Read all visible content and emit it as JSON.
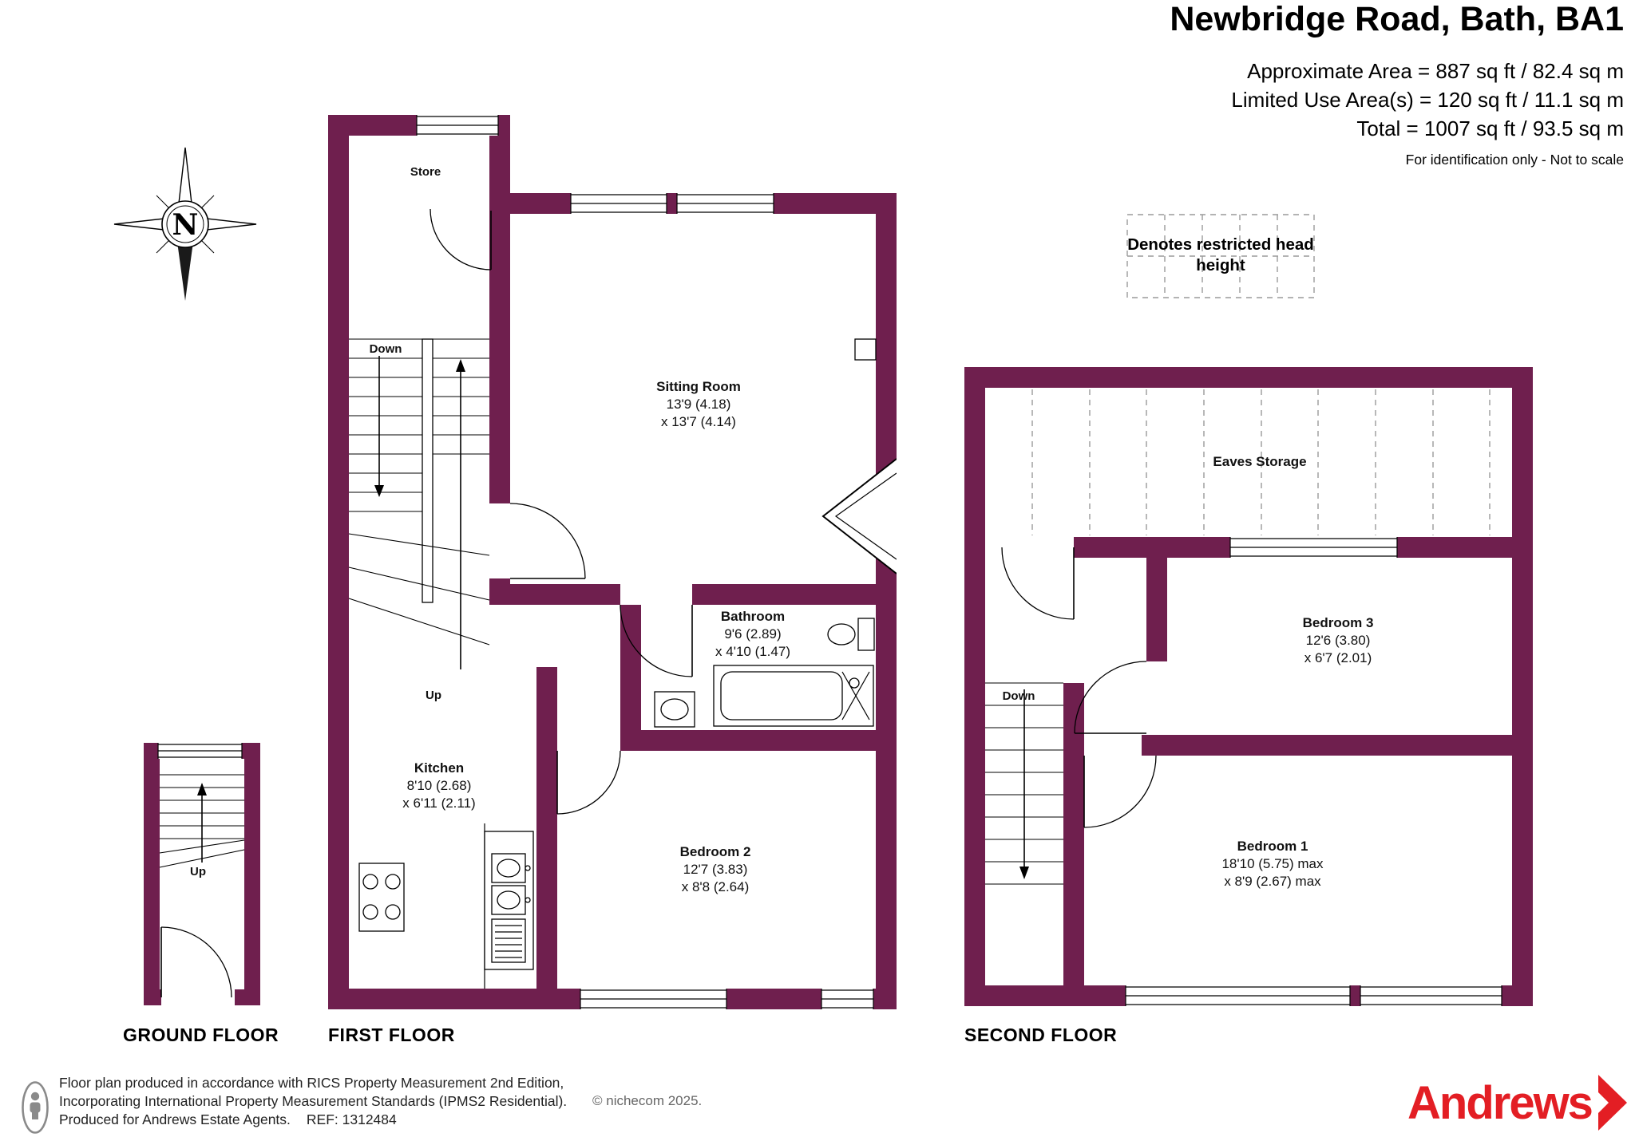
{
  "header": {
    "title": "Newbridge Road, Bath, BA1",
    "area1": "Approximate Area = 887 sq ft / 82.4 sq m",
    "area2": "Limited Use Area(s) = 120 sq ft / 11.1 sq m",
    "area3": "Total = 1007 sq ft / 93.5 sq m",
    "note": "For identification only - Not to scale"
  },
  "legend": {
    "text": "Denotes restricted head height"
  },
  "compass": {
    "north": "N"
  },
  "floors": {
    "ground": {
      "label": "GROUND FLOOR",
      "up": "Up"
    },
    "first": {
      "label": "FIRST FLOOR",
      "store": "Store",
      "down": "Down",
      "up": "Up",
      "sitting_room": {
        "name": "Sitting Room",
        "dim1": "13'9 (4.18)",
        "dim2": "x 13'7 (4.14)"
      },
      "bathroom": {
        "name": "Bathroom",
        "dim1": "9'6 (2.89)",
        "dim2": "x 4'10 (1.47)"
      },
      "kitchen": {
        "name": "Kitchen",
        "dim1": "8'10 (2.68)",
        "dim2": "x 6'11 (2.11)"
      },
      "bedroom2": {
        "name": "Bedroom 2",
        "dim1": "12'7 (3.83)",
        "dim2": "x 8'8 (2.64)"
      }
    },
    "second": {
      "label": "SECOND FLOOR",
      "down": "Down",
      "eaves": "Eaves Storage",
      "bedroom3": {
        "name": "Bedroom 3",
        "dim1": "12'6 (3.80)",
        "dim2": "x 6'7 (2.01)"
      },
      "bedroom1": {
        "name": "Bedroom 1",
        "dim1": "18'10 (5.75) max",
        "dim2": "x 8'9 (2.67) max"
      }
    }
  },
  "footer": {
    "line1": "Floor plan produced in accordance with RICS Property Measurement 2nd Edition,",
    "line2": "Incorporating International Property Measurement Standards (IPMS2 Residential).",
    "line3": "Produced for Andrews Estate Agents.",
    "ref": "REF: 1312484",
    "copyright": "© nichecom 2025.",
    "brand": "Andrews"
  },
  "colors": {
    "wall": "#6f1f4e",
    "brand_red": "#e31e24",
    "dash_gray": "#9a9a9a"
  }
}
